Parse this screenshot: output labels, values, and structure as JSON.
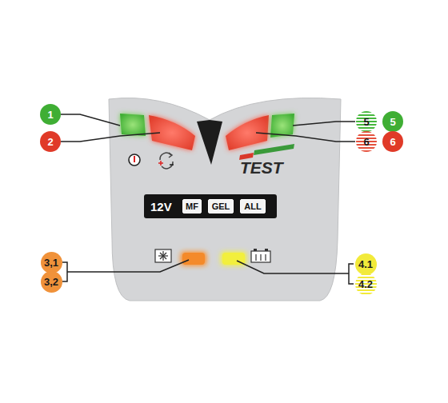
{
  "diagram": {
    "nodes": [
      {
        "text": [
          "1"
        ]
      },
      {
        "text": [
          "5"
        ]
      },
      {
        "text": [
          "5"
        ]
      },
      {
        "text": [
          "2"
        ]
      },
      {
        "text": [
          "6"
        ]
      },
      {
        "text": [
          "6"
        ]
      },
      {
        "text": [
          "12V"
        ]
      },
      {
        "text": [
          "MF"
        ],
        "in": 6
      },
      {
        "text": [
          "GEL"
        ],
        "in": 6
      },
      {
        "text": [
          "ALL"
        ],
        "in": 6
      },
      {
        "text": [
          "3,1"
        ]
      },
      {
        "text": [
          "3,2"
        ]
      },
      {
        "text": [
          "4.1"
        ]
      },
      {
        "text": [
          "4.2"
        ]
      }
    ],
    "labels": [
      "TEST"
    ]
  }
}
